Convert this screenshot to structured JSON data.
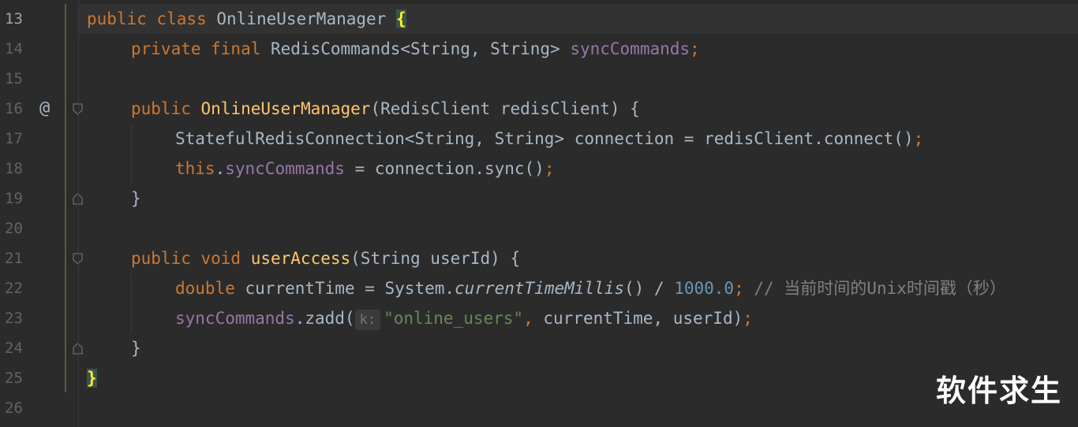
{
  "editor": {
    "line_numbers": [
      "13",
      "14",
      "15",
      "16",
      "17",
      "18",
      "19",
      "20",
      "21",
      "22",
      "23",
      "24",
      "25",
      "26"
    ],
    "override_marker": "@",
    "colors": {
      "background": "#2b2b2b",
      "keyword": "#cc7832",
      "method": "#ffc66d",
      "field": "#9876aa",
      "number": "#6897bb",
      "string": "#6a8759",
      "comment": "#808080",
      "text": "#a9b7c6"
    },
    "code": {
      "l13": {
        "kw": "public class ",
        "name": "OnlineUserManager ",
        "brace": "{"
      },
      "l14": {
        "kw": "private final ",
        "type": "RedisCommands<String, String> ",
        "field": "syncCommands",
        "semi": ";"
      },
      "l16": {
        "kw": "public ",
        "name": "OnlineUserManager",
        "rest": "(RedisClient redisClient) {"
      },
      "l17": {
        "text": "StatefulRedisConnection<String, String> connection = redisClient.connect()",
        "semi": ";"
      },
      "l18": {
        "kw": "this",
        "dot": ".",
        "field": "syncCommands",
        "rest": " = connection.sync()",
        "semi": ";"
      },
      "l19": {
        "brace": "}"
      },
      "l21": {
        "kw": "public void ",
        "name": "userAccess",
        "rest": "(String userId) {"
      },
      "l22": {
        "kw": "double ",
        "pre": "currentTime = System.",
        "italic": "currentTimeMillis",
        "mid": "() / ",
        "num": "1000.0",
        "semi": "; ",
        "comment": "// 当前时间的Unix时间戳（秒）"
      },
      "l23": {
        "field": "syncCommands",
        "call": ".zadd(",
        "hint": "k:",
        "str": "\"online_users\"",
        "comma": ", ",
        "rest": "currentTime, userId)",
        "semi": ";"
      },
      "l24": {
        "brace": "}"
      },
      "l25": {
        "brace": "}"
      }
    }
  },
  "watermark": "软件求生"
}
